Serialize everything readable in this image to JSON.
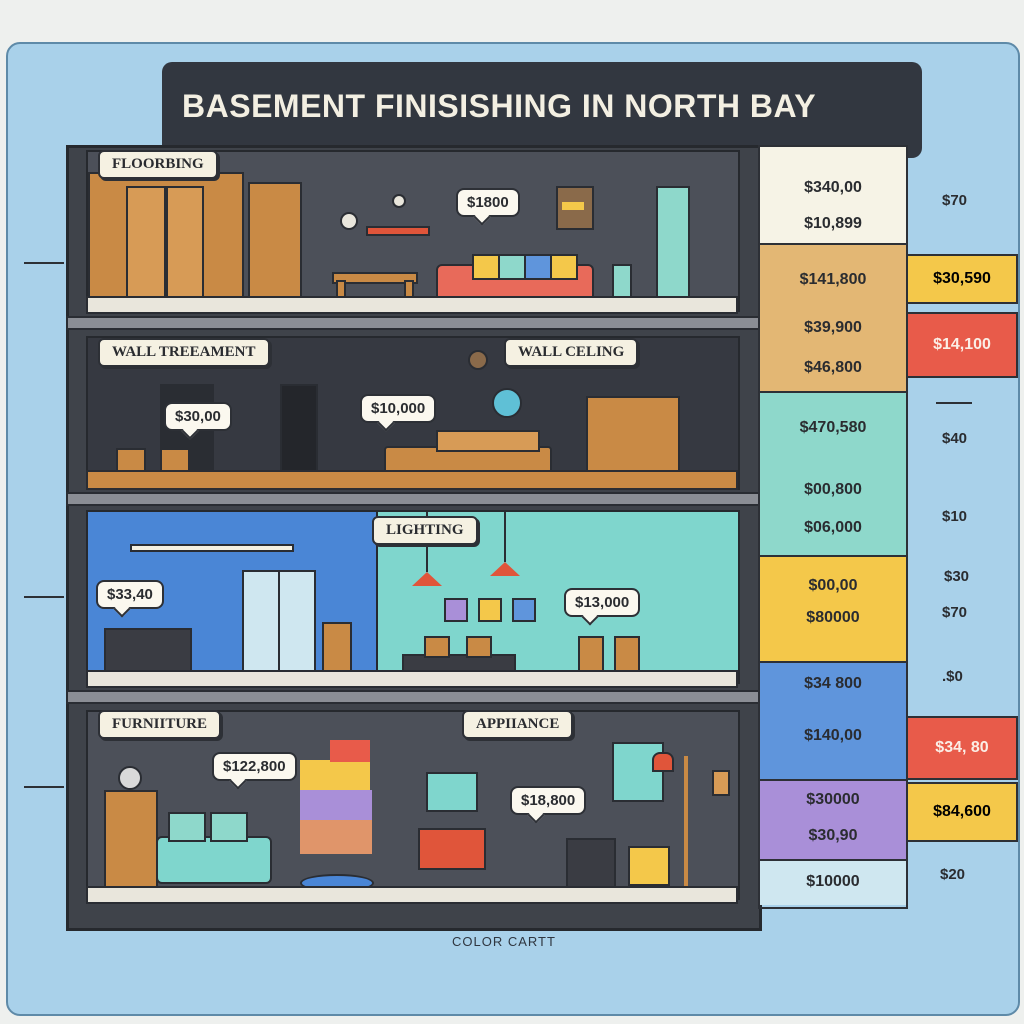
{
  "title": "BASEMENT FINISISHING IN NORTH BAY",
  "footer": "COLOR CARTT",
  "labels": {
    "flooring": "FLOORBING",
    "wall_treatment": "WALL TREEAMENT",
    "wall_ceiling": "WALL CELING",
    "lighting": "LIGHTING",
    "furniture": "FURNIITURE",
    "appliance": "APPIIANCE"
  },
  "bubbles": {
    "floor1": "$1800",
    "floor2_left": "$30,00",
    "floor2_mid": "$10,000",
    "floor3_left": "$33,40",
    "floor3_right": "$13,000",
    "floor4_left": "$122,800",
    "floor4_right": "$18,800"
  },
  "color_chart": [
    {
      "color": "#f6f3e6",
      "values": [
        "$340,00",
        "$10,899"
      ]
    },
    {
      "color": "#e3b774",
      "values": [
        "$141,800",
        "$39,900",
        "$46,800"
      ]
    },
    {
      "color": "#8ed8cb",
      "values": [
        "$470,580",
        "$00,800",
        "$06,000"
      ]
    },
    {
      "color": "#f4c84a",
      "values": [
        "$00,00",
        "$80000"
      ]
    },
    {
      "color": "#5f95dc",
      "values": [
        "$34 800",
        "$140,00"
      ]
    },
    {
      "color": "#a98fd8",
      "values": [
        "$30000",
        "$30,90"
      ]
    },
    {
      "color": "#cfe7f0",
      "values": [
        "$10000"
      ]
    }
  ],
  "side_tags": [
    {
      "text": "$30,590",
      "color": "#f4c84a"
    },
    {
      "text": "$14,100",
      "color": "#e85b4a"
    },
    {
      "text": "$34, 80",
      "color": "#e85b4a"
    },
    {
      "text": "$84,600",
      "color": "#f4c84a"
    }
  ],
  "right_values": [
    "$70",
    "$40",
    "$10",
    "$30",
    "$70",
    ".$0",
    "$20"
  ],
  "colors": {
    "frame": "#a9d1ea",
    "title_bar": "#323740",
    "wood": "#c98a45",
    "teal": "#8ed8cb",
    "accent_red": "#e85b4a"
  }
}
